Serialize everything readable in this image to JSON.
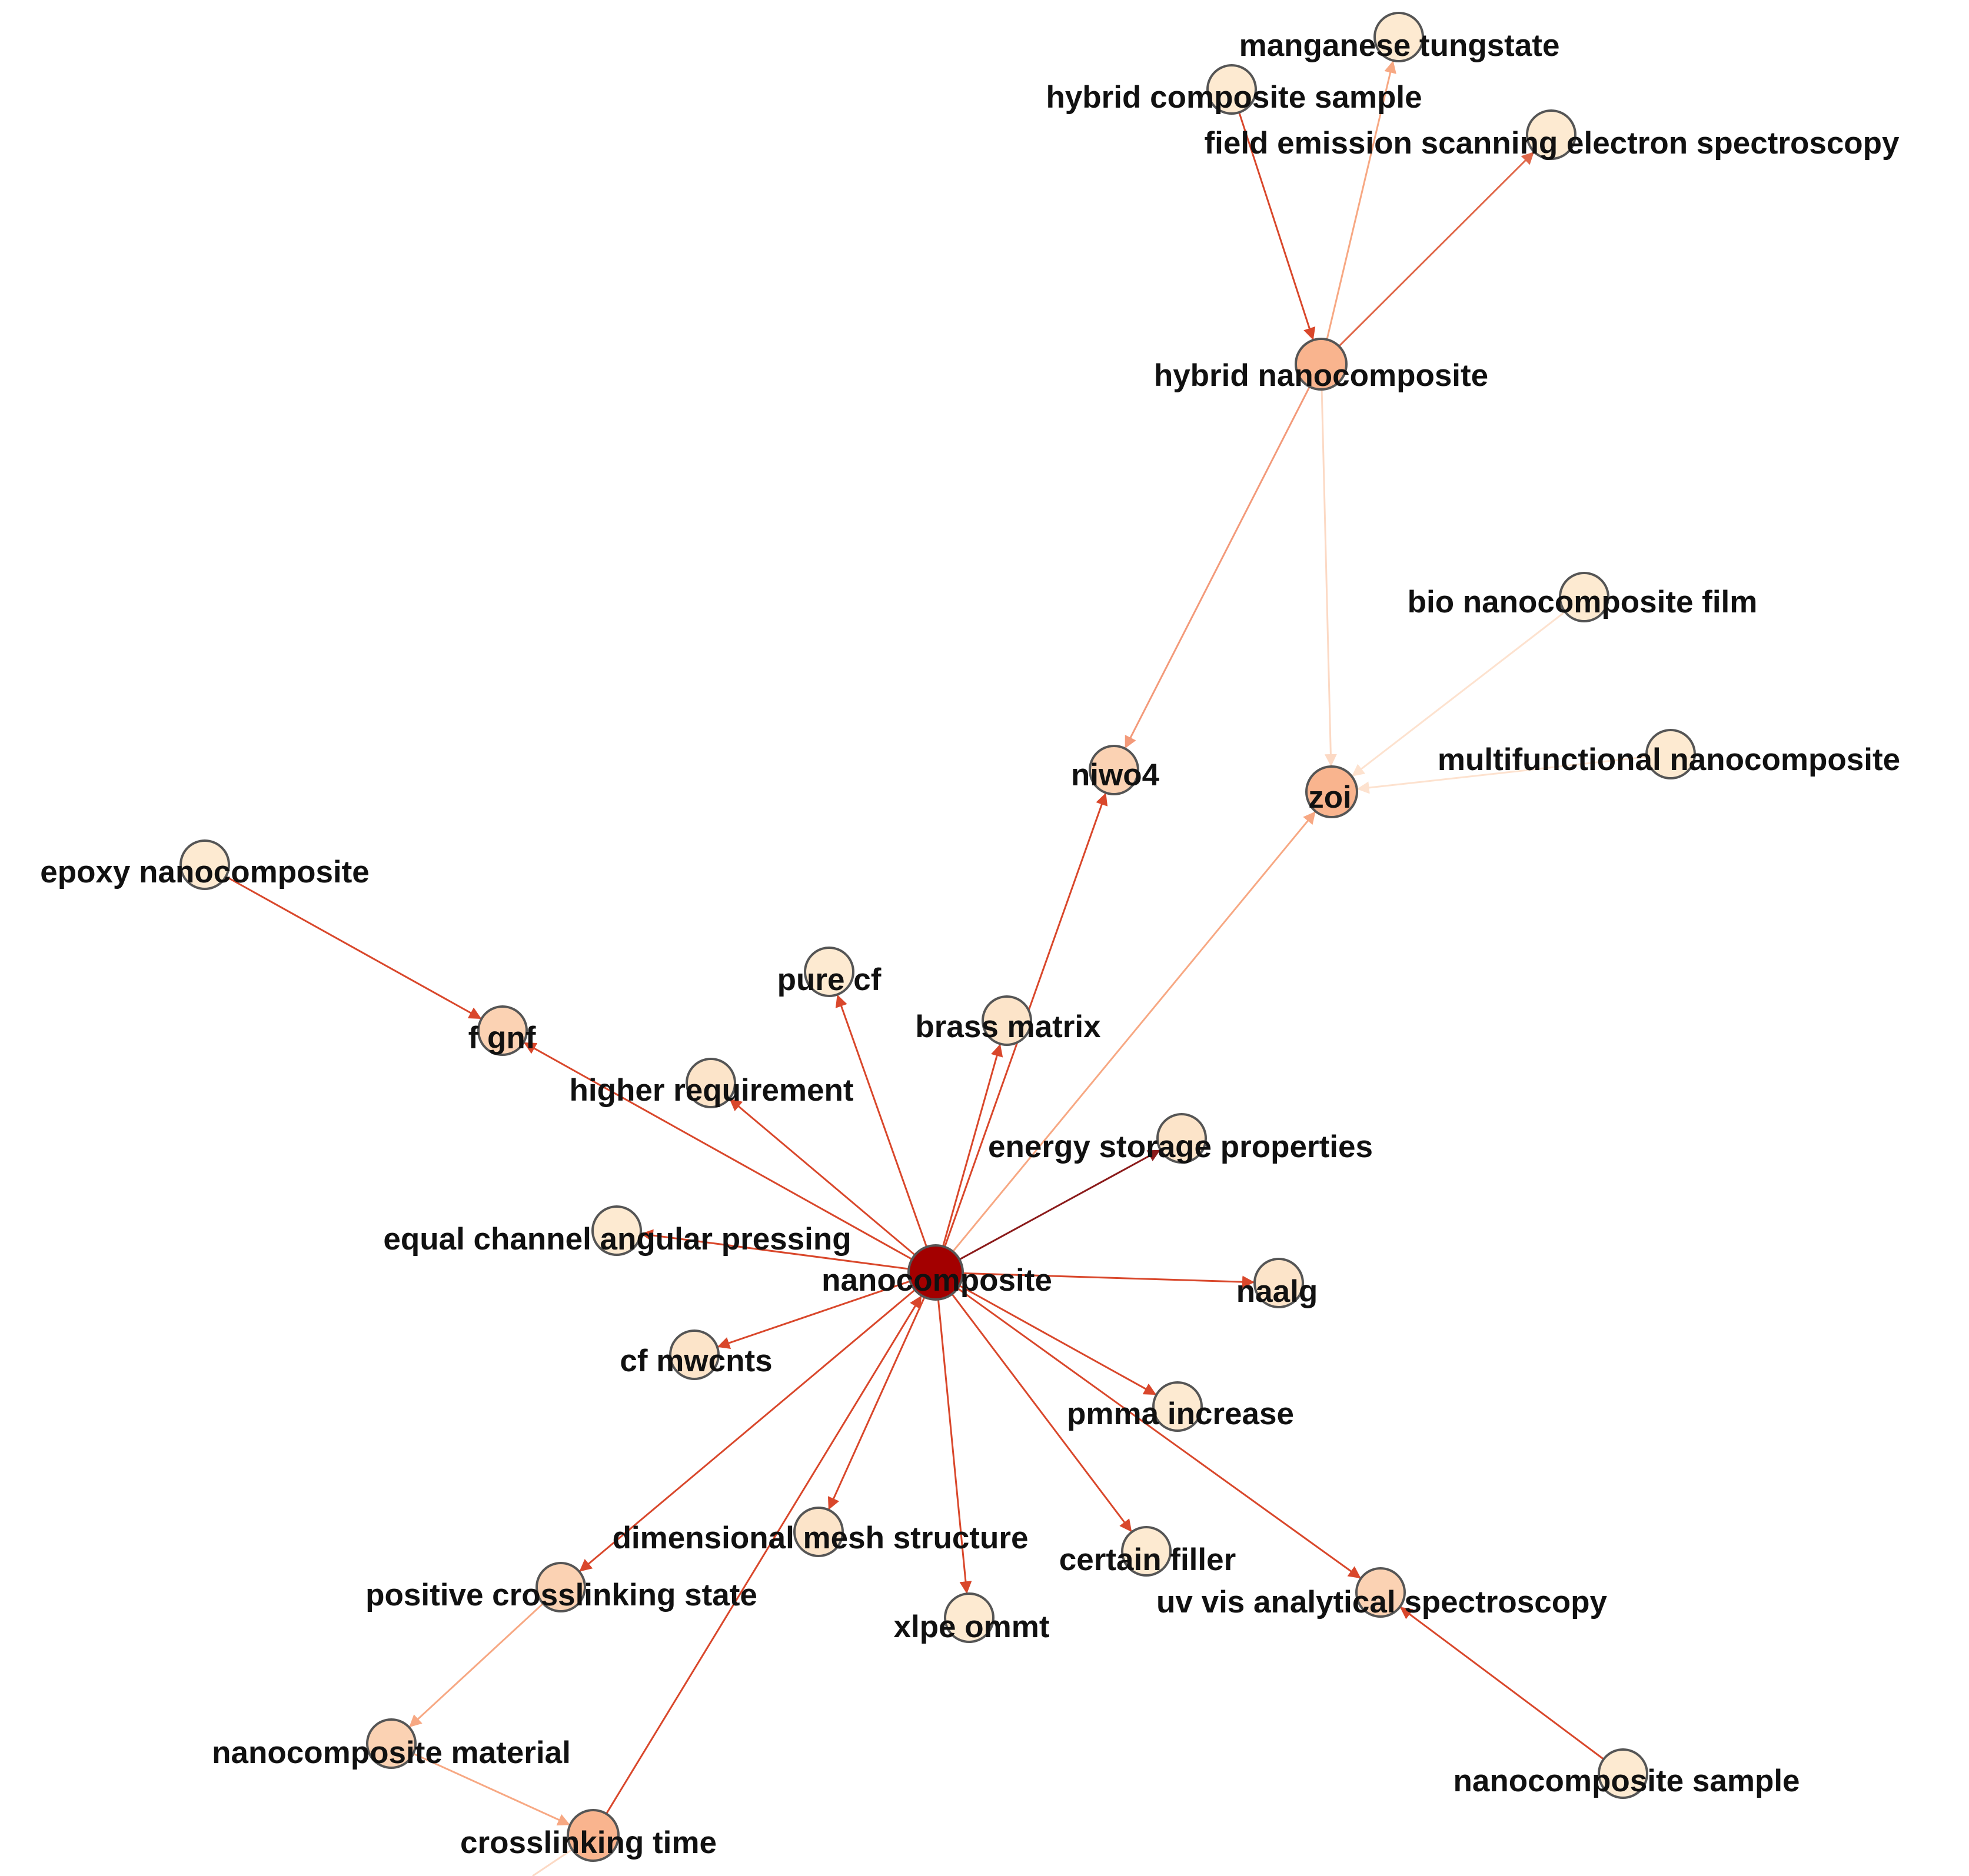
{
  "diagram": {
    "type": "network-graph",
    "color_scale": {
      "low": "#fdf0d8",
      "mid": "#f9b48e",
      "high": "#a30000"
    },
    "nodes": [
      {
        "id": "manganese_tungstate",
        "label": "manganese tungstate",
        "weight": 0.05
      },
      {
        "id": "hybrid_composite_sample",
        "label": "hybrid composite sample",
        "weight": 0.05
      },
      {
        "id": "fesem",
        "label": "field emission scanning electron spectroscopy",
        "weight": 0.05
      },
      {
        "id": "hybrid_nanocomposite",
        "label": "hybrid nanocomposite",
        "weight": 0.5
      },
      {
        "id": "bio_film",
        "label": "bio nanocomposite film",
        "weight": 0.05
      },
      {
        "id": "multifunctional",
        "label": "multifunctional nanocomposite",
        "weight": 0.05
      },
      {
        "id": "niwo4",
        "label": "niwo4",
        "weight": 0.25
      },
      {
        "id": "zoi",
        "label": "zoi",
        "weight": 0.5
      },
      {
        "id": "epoxy_nanocomposite",
        "label": "epoxy nanocomposite",
        "weight": 0.05
      },
      {
        "id": "pure_cf",
        "label": "pure cf",
        "weight": 0.05
      },
      {
        "id": "brass_matrix",
        "label": "brass matrix",
        "weight": 0.1
      },
      {
        "id": "f_gnf",
        "label": "f gnf",
        "weight": 0.25
      },
      {
        "id": "higher_requirement",
        "label": "higher requirement",
        "weight": 0.1
      },
      {
        "id": "energy_storage",
        "label": "energy storage properties",
        "weight": 0.1
      },
      {
        "id": "ecap",
        "label": "equal channel angular pressing",
        "weight": 0.05
      },
      {
        "id": "nanocomposite",
        "label": "nanocomposite",
        "weight": 1.0
      },
      {
        "id": "naalg",
        "label": "naalg",
        "weight": 0.1
      },
      {
        "id": "cf_mwcnts",
        "label": "cf mwcnts",
        "weight": 0.1
      },
      {
        "id": "pmma_increase",
        "label": "pmma increase",
        "weight": 0.05
      },
      {
        "id": "mesh_structure",
        "label": "dimensional mesh structure",
        "weight": 0.1
      },
      {
        "id": "certain_filler",
        "label": "certain filler",
        "weight": 0.05
      },
      {
        "id": "positive_crosslinking",
        "label": "positive crosslinking state",
        "weight": 0.25
      },
      {
        "id": "uv_vis",
        "label": "uv vis analytical spectroscopy",
        "weight": 0.25
      },
      {
        "id": "xlpe_ommt",
        "label": "xlpe ommt",
        "weight": 0.05
      },
      {
        "id": "nanocomposite_material",
        "label": "nanocomposite material",
        "weight": 0.25
      },
      {
        "id": "nanocomposite_sample",
        "label": "nanocomposite sample",
        "weight": 0.05
      },
      {
        "id": "crosslinking_time",
        "label": "crosslinking time",
        "weight": 0.5
      }
    ],
    "edges": [
      {
        "from": "hybrid_composite_sample",
        "to": "hybrid_nanocomposite",
        "color": "#d9472b"
      },
      {
        "from": "hybrid_nanocomposite",
        "to": "manganese_tungstate",
        "color": "#f7a883"
      },
      {
        "from": "hybrid_nanocomposite",
        "to": "fesem",
        "color": "#e0684a"
      },
      {
        "from": "hybrid_nanocomposite",
        "to": "niwo4",
        "color": "#f39a7a"
      },
      {
        "from": "hybrid_nanocomposite",
        "to": "zoi",
        "color": "#fcd9c4"
      },
      {
        "from": "bio_film",
        "to": "zoi",
        "color": "#fde2cf"
      },
      {
        "from": "multifunctional",
        "to": "zoi",
        "color": "#fde2cf"
      },
      {
        "from": "nanocomposite",
        "to": "niwo4",
        "color": "#d9472b"
      },
      {
        "from": "nanocomposite",
        "to": "zoi",
        "color": "#f7a883"
      },
      {
        "from": "epoxy_nanocomposite",
        "to": "f_gnf",
        "color": "#d9472b"
      },
      {
        "from": "nanocomposite",
        "to": "f_gnf",
        "color": "#d9472b"
      },
      {
        "from": "nanocomposite",
        "to": "pure_cf",
        "color": "#d9472b"
      },
      {
        "from": "nanocomposite",
        "to": "brass_matrix",
        "color": "#d9472b"
      },
      {
        "from": "nanocomposite",
        "to": "higher_requirement",
        "color": "#d9472b"
      },
      {
        "from": "nanocomposite",
        "to": "energy_storage",
        "color": "#8b1a1a"
      },
      {
        "from": "nanocomposite",
        "to": "ecap",
        "color": "#d9472b"
      },
      {
        "from": "nanocomposite",
        "to": "naalg",
        "color": "#d9472b"
      },
      {
        "from": "nanocomposite",
        "to": "cf_mwcnts",
        "color": "#d9472b"
      },
      {
        "from": "nanocomposite",
        "to": "pmma_increase",
        "color": "#d9472b"
      },
      {
        "from": "nanocomposite",
        "to": "mesh_structure",
        "color": "#d9472b"
      },
      {
        "from": "nanocomposite",
        "to": "certain_filler",
        "color": "#d9472b"
      },
      {
        "from": "nanocomposite",
        "to": "positive_crosslinking",
        "color": "#d9472b"
      },
      {
        "from": "nanocomposite",
        "to": "uv_vis",
        "color": "#d9472b"
      },
      {
        "from": "nanocomposite",
        "to": "xlpe_ommt",
        "color": "#d9472b"
      },
      {
        "from": "crosslinking_time",
        "to": "nanocomposite",
        "color": "#d9472b"
      },
      {
        "from": "positive_crosslinking",
        "to": "nanocomposite_material",
        "color": "#f7a883"
      },
      {
        "from": "nanocomposite_material",
        "to": "crosslinking_time",
        "color": "#f7a883"
      },
      {
        "from": "nanocomposite_sample",
        "to": "uv_vis",
        "color": "#d9472b"
      },
      {
        "from": "crosslinking_time",
        "to": "offscreen",
        "color": "#fcd9c4"
      }
    ]
  }
}
